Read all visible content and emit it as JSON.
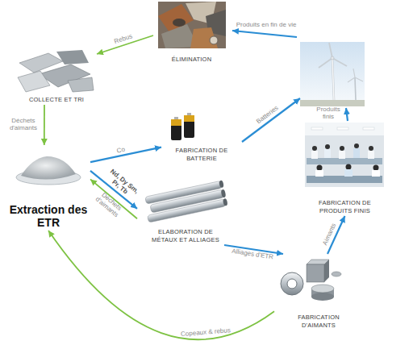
{
  "diagram": {
    "nodes": [
      {
        "text": [
          "ÉLIMINATION"
        ]
      },
      {
        "text": [
          "COLLECTE ET TRI"
        ]
      },
      {
        "text": [
          "FABRICATION DE BATTERIE"
        ]
      },
      {
        "text": [
          "Extraction des ETR"
        ]
      },
      {
        "text": [
          "ELABORATION DE MÉTAUX ET ALLIAGES"
        ]
      },
      {
        "text": [
          "FABRICATION DE PRODUITS FINIS"
        ]
      },
      {
        "text": [
          "FABRICATION D'AIMANTS"
        ]
      }
    ],
    "edges": [
      {
        "from": 0,
        "to": 1,
        "label": "Rebus",
        "arrow": "to"
      },
      {
        "from": 1,
        "to": 3,
        "label": "Déchets d'aimants",
        "arrow": "to"
      },
      {
        "from": 3,
        "to": 2,
        "label": "Co",
        "arrow": "to"
      },
      {
        "from": 3,
        "to": 4,
        "label": "Nd, Dy Sm, Pr, Tb",
        "arrow": "to"
      },
      {
        "from": 4,
        "to": 3,
        "label": "Déchets d'aimants",
        "arrow": "to"
      },
      {
        "from": 4,
        "to": 6,
        "label": "Alliages d'ETR",
        "arrow": "to"
      },
      {
        "from": 6,
        "to": 5,
        "label": "Aimants",
        "arrow": "to"
      },
      {
        "from": 6,
        "to": 3,
        "label": "Copeaux & rebus",
        "arrow": "to"
      }
    ],
    "labels": [
      "Produits en fin de vie",
      "Batteries",
      "Produits finis"
    ]
  }
}
